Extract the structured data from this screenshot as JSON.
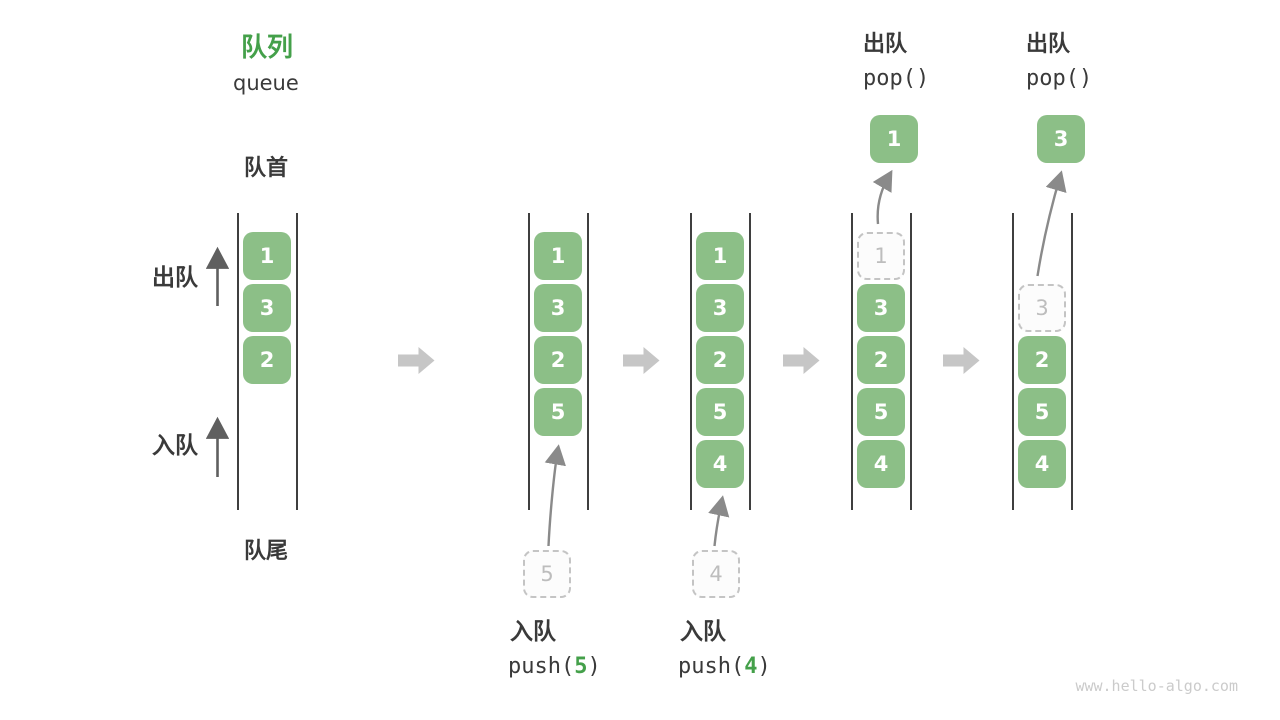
{
  "title": {
    "zh": "队列",
    "en": "queue"
  },
  "side_labels": {
    "front": "队首",
    "rear": "队尾",
    "dequeue": "出队",
    "enqueue": "入队"
  },
  "queues": [
    {
      "cells": [
        {
          "value": "1",
          "slot": 1,
          "ghost": false
        },
        {
          "value": "3",
          "slot": 2,
          "ghost": false
        },
        {
          "value": "2",
          "slot": 3,
          "ghost": false
        }
      ]
    },
    {
      "cells": [
        {
          "value": "1",
          "slot": 1,
          "ghost": false
        },
        {
          "value": "3",
          "slot": 2,
          "ghost": false
        },
        {
          "value": "2",
          "slot": 3,
          "ghost": false
        },
        {
          "value": "5",
          "slot": 4,
          "ghost": false
        }
      ]
    },
    {
      "cells": [
        {
          "value": "1",
          "slot": 1,
          "ghost": false
        },
        {
          "value": "3",
          "slot": 2,
          "ghost": false
        },
        {
          "value": "2",
          "slot": 3,
          "ghost": false
        },
        {
          "value": "5",
          "slot": 4,
          "ghost": false
        },
        {
          "value": "4",
          "slot": 5,
          "ghost": false
        }
      ]
    },
    {
      "cells": [
        {
          "value": "1",
          "slot": 1,
          "ghost": true
        },
        {
          "value": "3",
          "slot": 2,
          "ghost": false
        },
        {
          "value": "2",
          "slot": 3,
          "ghost": false
        },
        {
          "value": "5",
          "slot": 4,
          "ghost": false
        },
        {
          "value": "4",
          "slot": 5,
          "ghost": false
        }
      ]
    },
    {
      "cells": [
        {
          "value": "3",
          "slot": 2,
          "ghost": true
        },
        {
          "value": "2",
          "slot": 3,
          "ghost": false
        },
        {
          "value": "5",
          "slot": 4,
          "ghost": false
        },
        {
          "value": "4",
          "slot": 5,
          "ghost": false
        }
      ]
    }
  ],
  "staged": [
    {
      "value": "5"
    },
    {
      "value": "4"
    }
  ],
  "popped": [
    {
      "value": "1"
    },
    {
      "value": "3"
    }
  ],
  "operations": {
    "push": [
      {
        "zh": "入队",
        "fn": "push(",
        "arg": "5",
        "close": ")"
      },
      {
        "zh": "入队",
        "fn": "push(",
        "arg": "4",
        "close": ")"
      }
    ],
    "pop": [
      {
        "zh": "出队",
        "fn": "pop()"
      },
      {
        "zh": "出队",
        "fn": "pop()"
      }
    ]
  },
  "watermark": "www.hello-algo.com",
  "colors": {
    "green": "#8cbf87",
    "green_dark": "#44a04a",
    "text": "#3a3a3a",
    "line": "#3f3f3f",
    "ghost_border": "#c4c4c4",
    "ghost_bg": "#fcfcfc",
    "ghost_text": "#bdbdbd",
    "block_arrow": "#c6c6c6",
    "curve_arrow": "#8a8a8a",
    "side_arrow": "#5f5f5f",
    "watermark": "#cbcbcb"
  }
}
